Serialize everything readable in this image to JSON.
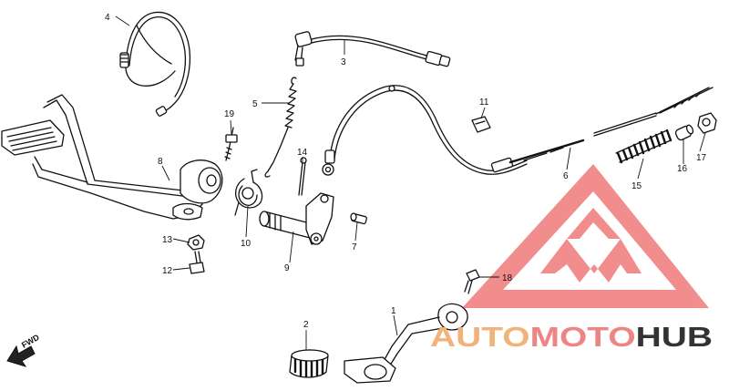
{
  "callouts": {
    "c1": "1",
    "c2": "2",
    "c3": "3",
    "c4": "4",
    "c5": "5",
    "c6": "6",
    "c7": "7",
    "c8": "8",
    "c9": "9",
    "c10": "10",
    "c11": "11",
    "c12": "12",
    "c13": "13",
    "c14": "14",
    "c15": "15",
    "c16": "16",
    "c17": "17",
    "c18": "18",
    "c19": "19"
  },
  "direction_label": "FWD",
  "watermark": {
    "part1": "AUTO",
    "part2": "MOTO",
    "part3": "HUB",
    "colors": {
      "auto": "#f2b37a",
      "moto": "#ee8585",
      "hub": "#333333",
      "triangle": "#f07a7a"
    }
  }
}
